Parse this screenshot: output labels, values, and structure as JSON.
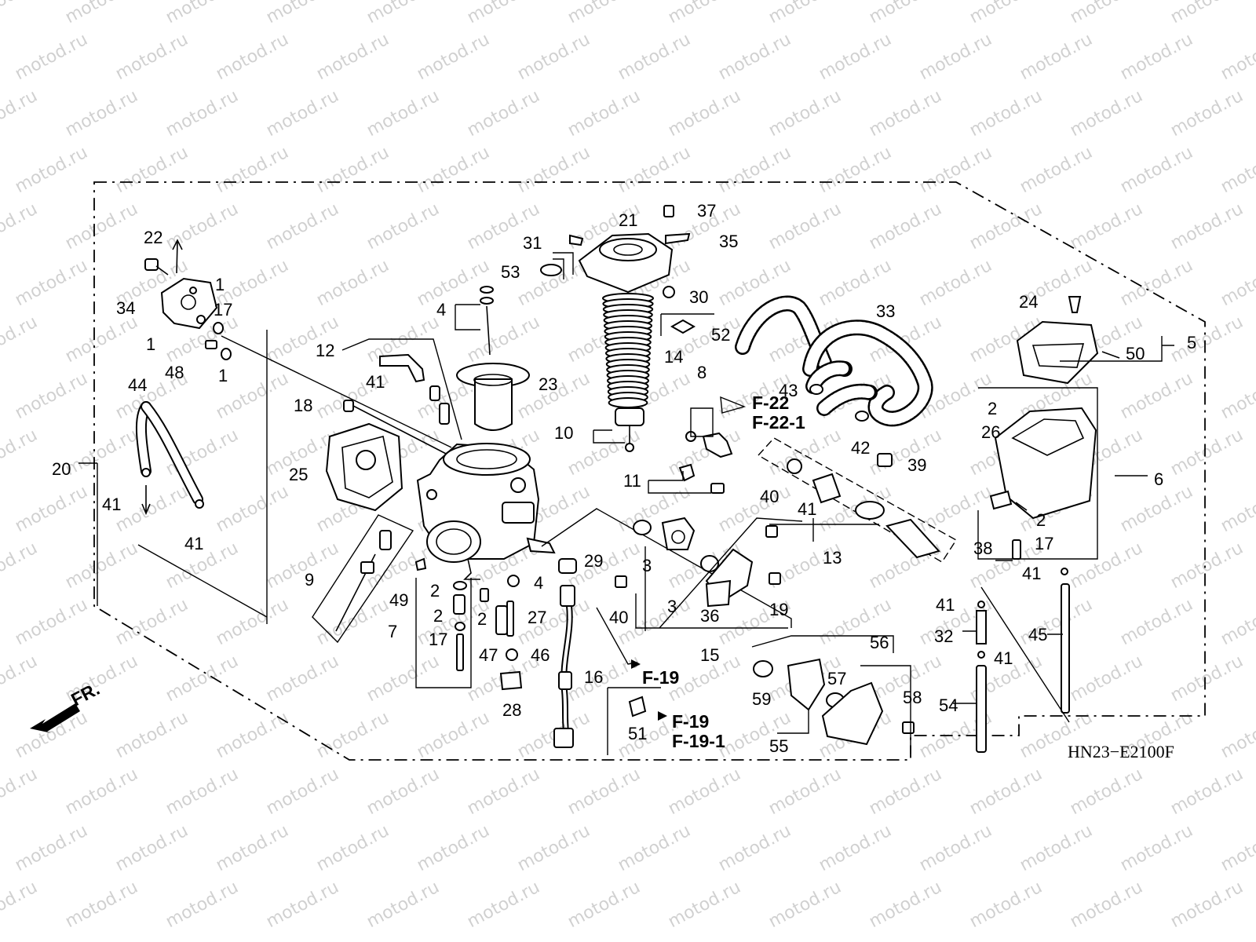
{
  "diagram": {
    "watermark": "motod.ru",
    "drawing_code": "HN23−E2100F",
    "direction_marker": "FR.",
    "callouts": [
      {
        "id": "c22a",
        "text": "22"
      },
      {
        "id": "c1a",
        "text": "1"
      },
      {
        "id": "c34",
        "text": "34"
      },
      {
        "id": "c17a",
        "text": "17"
      },
      {
        "id": "c1b",
        "text": "1"
      },
      {
        "id": "c48",
        "text": "48"
      },
      {
        "id": "c1c",
        "text": "1"
      },
      {
        "id": "c44",
        "text": "44"
      },
      {
        "id": "c20",
        "text": "20"
      },
      {
        "id": "c41a",
        "text": "41"
      },
      {
        "id": "c41b",
        "text": "41"
      },
      {
        "id": "c18",
        "text": "18"
      },
      {
        "id": "c25",
        "text": "25"
      },
      {
        "id": "c12",
        "text": "12"
      },
      {
        "id": "c41c",
        "text": "41"
      },
      {
        "id": "c4a",
        "text": "4"
      },
      {
        "id": "c23",
        "text": "23"
      },
      {
        "id": "c31",
        "text": "31"
      },
      {
        "id": "c53",
        "text": "53"
      },
      {
        "id": "c21",
        "text": "21"
      },
      {
        "id": "c37",
        "text": "37"
      },
      {
        "id": "c35",
        "text": "35"
      },
      {
        "id": "c30",
        "text": "30"
      },
      {
        "id": "c52",
        "text": "52"
      },
      {
        "id": "c14",
        "text": "14"
      },
      {
        "id": "c10",
        "text": "10"
      },
      {
        "id": "c8",
        "text": "8"
      },
      {
        "id": "c11",
        "text": "11"
      },
      {
        "id": "c33",
        "text": "33"
      },
      {
        "id": "c43",
        "text": "43"
      },
      {
        "id": "c42",
        "text": "42"
      },
      {
        "id": "c39",
        "text": "39"
      },
      {
        "id": "c41d",
        "text": "41"
      },
      {
        "id": "c40a",
        "text": "40"
      },
      {
        "id": "c13",
        "text": "13"
      },
      {
        "id": "c24",
        "text": "24"
      },
      {
        "id": "c5",
        "text": "5"
      },
      {
        "id": "c50",
        "text": "50"
      },
      {
        "id": "c2a",
        "text": "2"
      },
      {
        "id": "c26",
        "text": "26"
      },
      {
        "id": "c6",
        "text": "6"
      },
      {
        "id": "c2b",
        "text": "2"
      },
      {
        "id": "c17b",
        "text": "17"
      },
      {
        "id": "c38",
        "text": "38"
      },
      {
        "id": "c41e",
        "text": "41"
      },
      {
        "id": "c9",
        "text": "9"
      },
      {
        "id": "c49",
        "text": "49"
      },
      {
        "id": "c2c",
        "text": "2"
      },
      {
        "id": "c2d",
        "text": "2"
      },
      {
        "id": "c7",
        "text": "7"
      },
      {
        "id": "c17c",
        "text": "17"
      },
      {
        "id": "c2e",
        "text": "2"
      },
      {
        "id": "c4b",
        "text": "4"
      },
      {
        "id": "c27",
        "text": "27"
      },
      {
        "id": "c47",
        "text": "47"
      },
      {
        "id": "c46",
        "text": "46"
      },
      {
        "id": "c28",
        "text": "28"
      },
      {
        "id": "c29",
        "text": "29"
      },
      {
        "id": "c16",
        "text": "16"
      },
      {
        "id": "c3a",
        "text": "3"
      },
      {
        "id": "c40b",
        "text": "40"
      },
      {
        "id": "c3b",
        "text": "3"
      },
      {
        "id": "c36",
        "text": "36"
      },
      {
        "id": "c19",
        "text": "19"
      },
      {
        "id": "c15",
        "text": "15"
      },
      {
        "id": "c51",
        "text": "51"
      },
      {
        "id": "c41f",
        "text": "41"
      },
      {
        "id": "c32",
        "text": "32"
      },
      {
        "id": "c41g",
        "text": "41"
      },
      {
        "id": "c45",
        "text": "45"
      },
      {
        "id": "c54",
        "text": "54"
      },
      {
        "id": "c56",
        "text": "56"
      },
      {
        "id": "c57",
        "text": "57"
      },
      {
        "id": "c58",
        "text": "58"
      },
      {
        "id": "c59",
        "text": "59"
      },
      {
        "id": "c55",
        "text": "55"
      }
    ],
    "references": [
      {
        "id": "rF22",
        "text": "F-22"
      },
      {
        "id": "rF221",
        "text": "F-22-1"
      },
      {
        "id": "rF19a",
        "text": "F-19"
      },
      {
        "id": "rF19b",
        "text": "F-19"
      },
      {
        "id": "rF191",
        "text": "F-19-1"
      }
    ]
  }
}
